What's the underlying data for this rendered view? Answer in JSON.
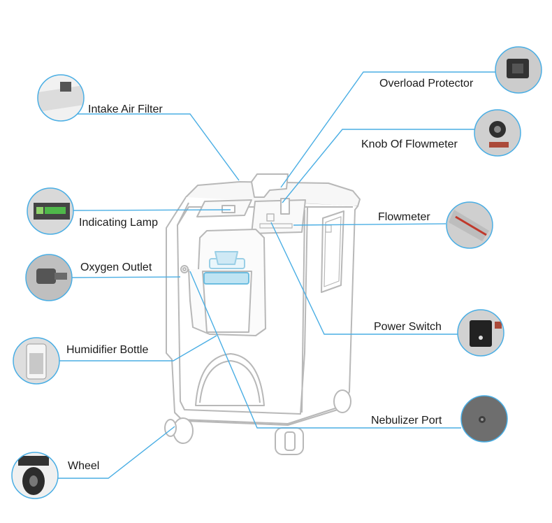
{
  "accent_color": "#4aaee4",
  "labels": {
    "intake_air_filter": "Intake Air Filter",
    "indicating_lamp": "Indicating Lamp",
    "oxygen_outlet": "Oxygen Outlet",
    "humidifier_bottle": "Humidifier Bottle",
    "wheel": "Wheel",
    "overload_protector": "Overload Protector",
    "knob_of_flowmeter": "Knob Of Flowmeter",
    "flowmeter": "Flowmeter",
    "power_switch": "Power Switch",
    "nebulizer_port": "Nebulizer Port"
  }
}
